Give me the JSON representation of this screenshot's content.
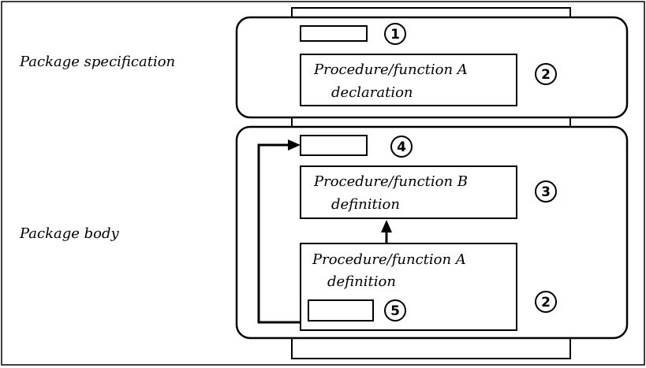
{
  "labels": {
    "spec": "Package specification",
    "body": "Package body"
  },
  "boxes": {
    "spec_decl": {
      "line1": "Procedure/function A",
      "line2": "declaration"
    },
    "body_b": {
      "line1": "Procedure/function B",
      "line2": "definition"
    },
    "body_a": {
      "line1": "Procedure/function A",
      "line2": "definition"
    }
  },
  "markers": {
    "m1": "1",
    "m2_spec": "2",
    "m4": "4",
    "m3": "3",
    "m2_body": "2",
    "m5": "5"
  }
}
